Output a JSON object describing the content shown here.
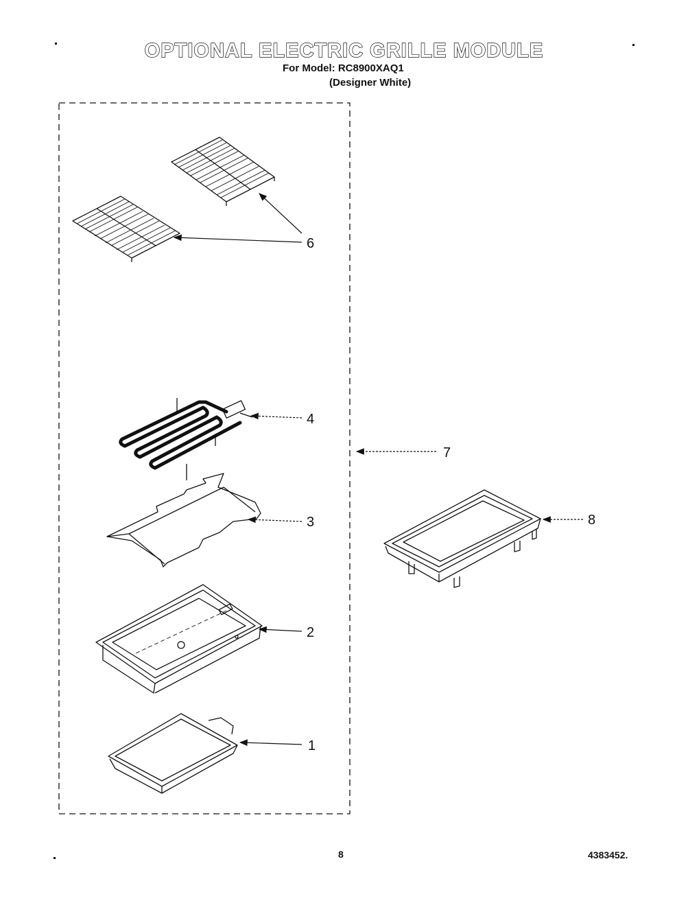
{
  "header": {
    "title": "OPTIONAL ELECTRIC GRILLE MODULE",
    "model_line": "For Model: RC8900XAQ1",
    "finish_line": "(Designer White)"
  },
  "callouts": {
    "c1": "1",
    "c2": "2",
    "c3": "3",
    "c4": "4",
    "c6": "6",
    "c7": "7",
    "c8": "8"
  },
  "footer": {
    "page_number": "8",
    "doc_number": "4383452."
  }
}
